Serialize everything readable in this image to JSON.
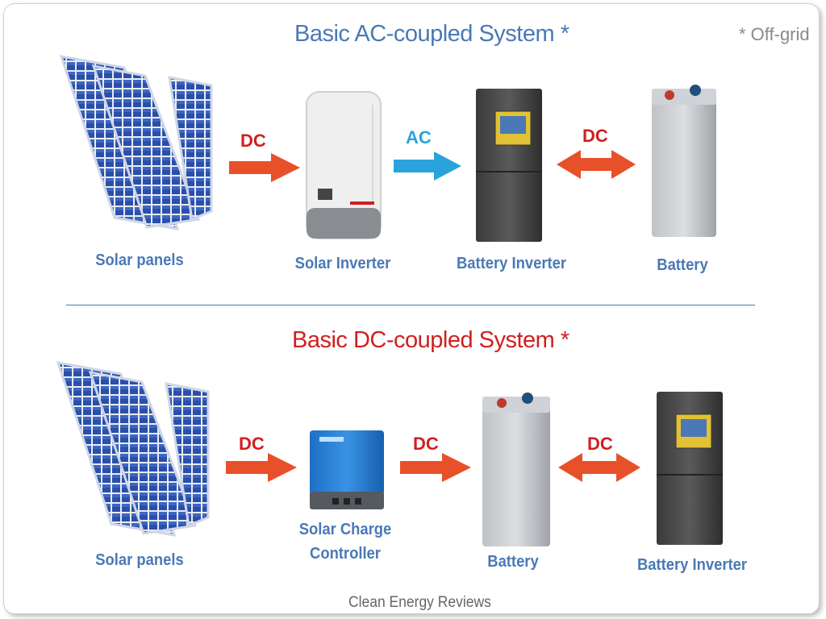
{
  "note": "* Off-grid",
  "ac_system": {
    "title": "Basic AC-coupled System *",
    "components": {
      "solar_panels": "Solar panels",
      "solar_inverter": "Solar Inverter",
      "battery_inverter": "Battery Inverter",
      "battery": "Battery"
    },
    "arrows": {
      "panels_to_inverter": "DC",
      "inverter_to_battery_inverter": "AC",
      "battery_inverter_battery": "DC"
    }
  },
  "dc_system": {
    "title": "Basic DC-coupled System *",
    "components": {
      "solar_panels": "Solar panels",
      "charge_controller_line1": "Solar Charge",
      "charge_controller_line2": "Controller",
      "battery": "Battery",
      "battery_inverter": "Battery Inverter"
    },
    "arrows": {
      "panels_to_controller": "DC",
      "controller_to_battery": "DC",
      "battery_battery_inverter": "DC"
    }
  },
  "credit": "Clean Energy Reviews",
  "colors": {
    "ac_title": "#4a79b5",
    "dc_title": "#d01f1f",
    "dc_arrow": "#e8502a",
    "ac_arrow": "#2aa3dc",
    "labels": "#4a79b5",
    "panel_cell": "#2a4fa8"
  },
  "icons": {
    "solar_panels": "solar-panel-array-icon",
    "solar_inverter": "solar-inverter-icon",
    "battery_inverter": "battery-inverter-icon",
    "battery": "battery-icon",
    "charge_controller": "charge-controller-icon"
  }
}
